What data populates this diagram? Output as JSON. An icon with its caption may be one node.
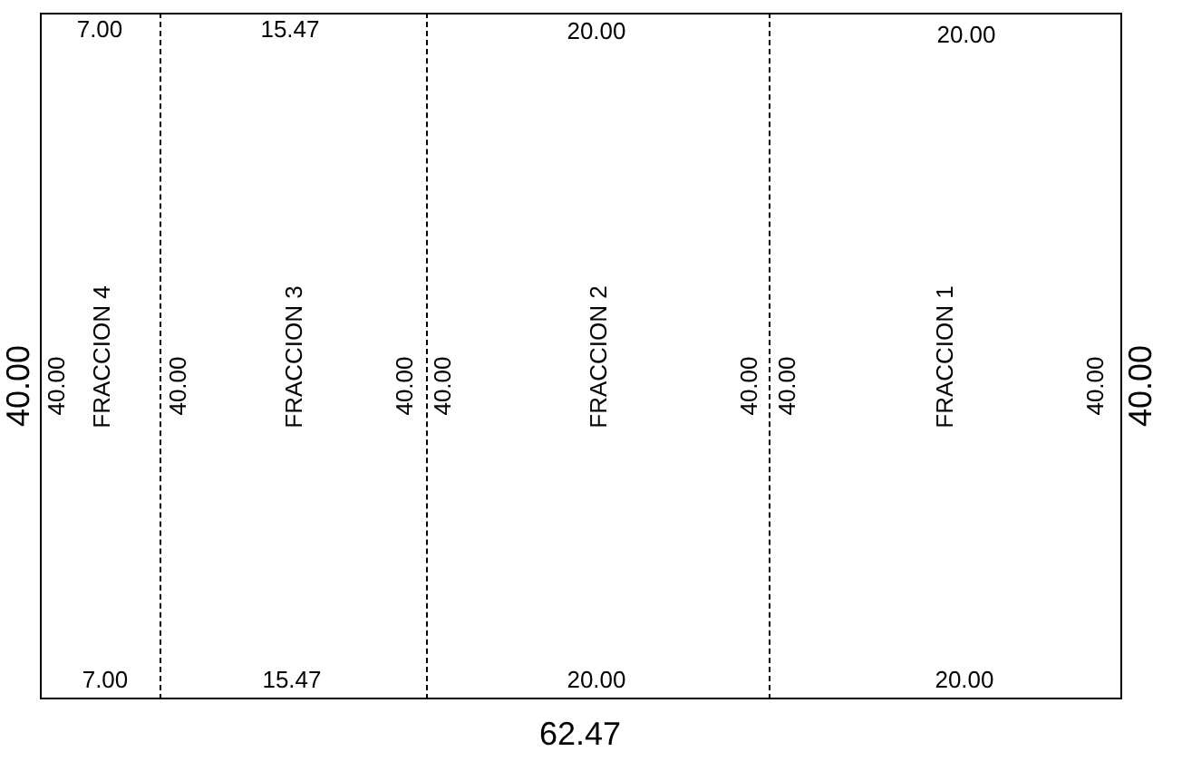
{
  "diagram": {
    "nodes": [
      {
        "text": [
          "FRACCION 4"
        ]
      },
      {
        "text": [
          "FRACCION 3"
        ]
      },
      {
        "text": [
          "FRACCION 2"
        ]
      },
      {
        "text": [
          "FRACCION 1"
        ]
      }
    ],
    "labels": [
      "7.00",
      "15.47",
      "20.00",
      "20.00",
      "40.00",
      "40.00",
      "40.00",
      "40.00",
      "40.00",
      "40.00",
      "40.00",
      "40.00",
      "40.00",
      "7.00",
      "15.47",
      "20.00",
      "20.00",
      "62.47"
    ]
  }
}
